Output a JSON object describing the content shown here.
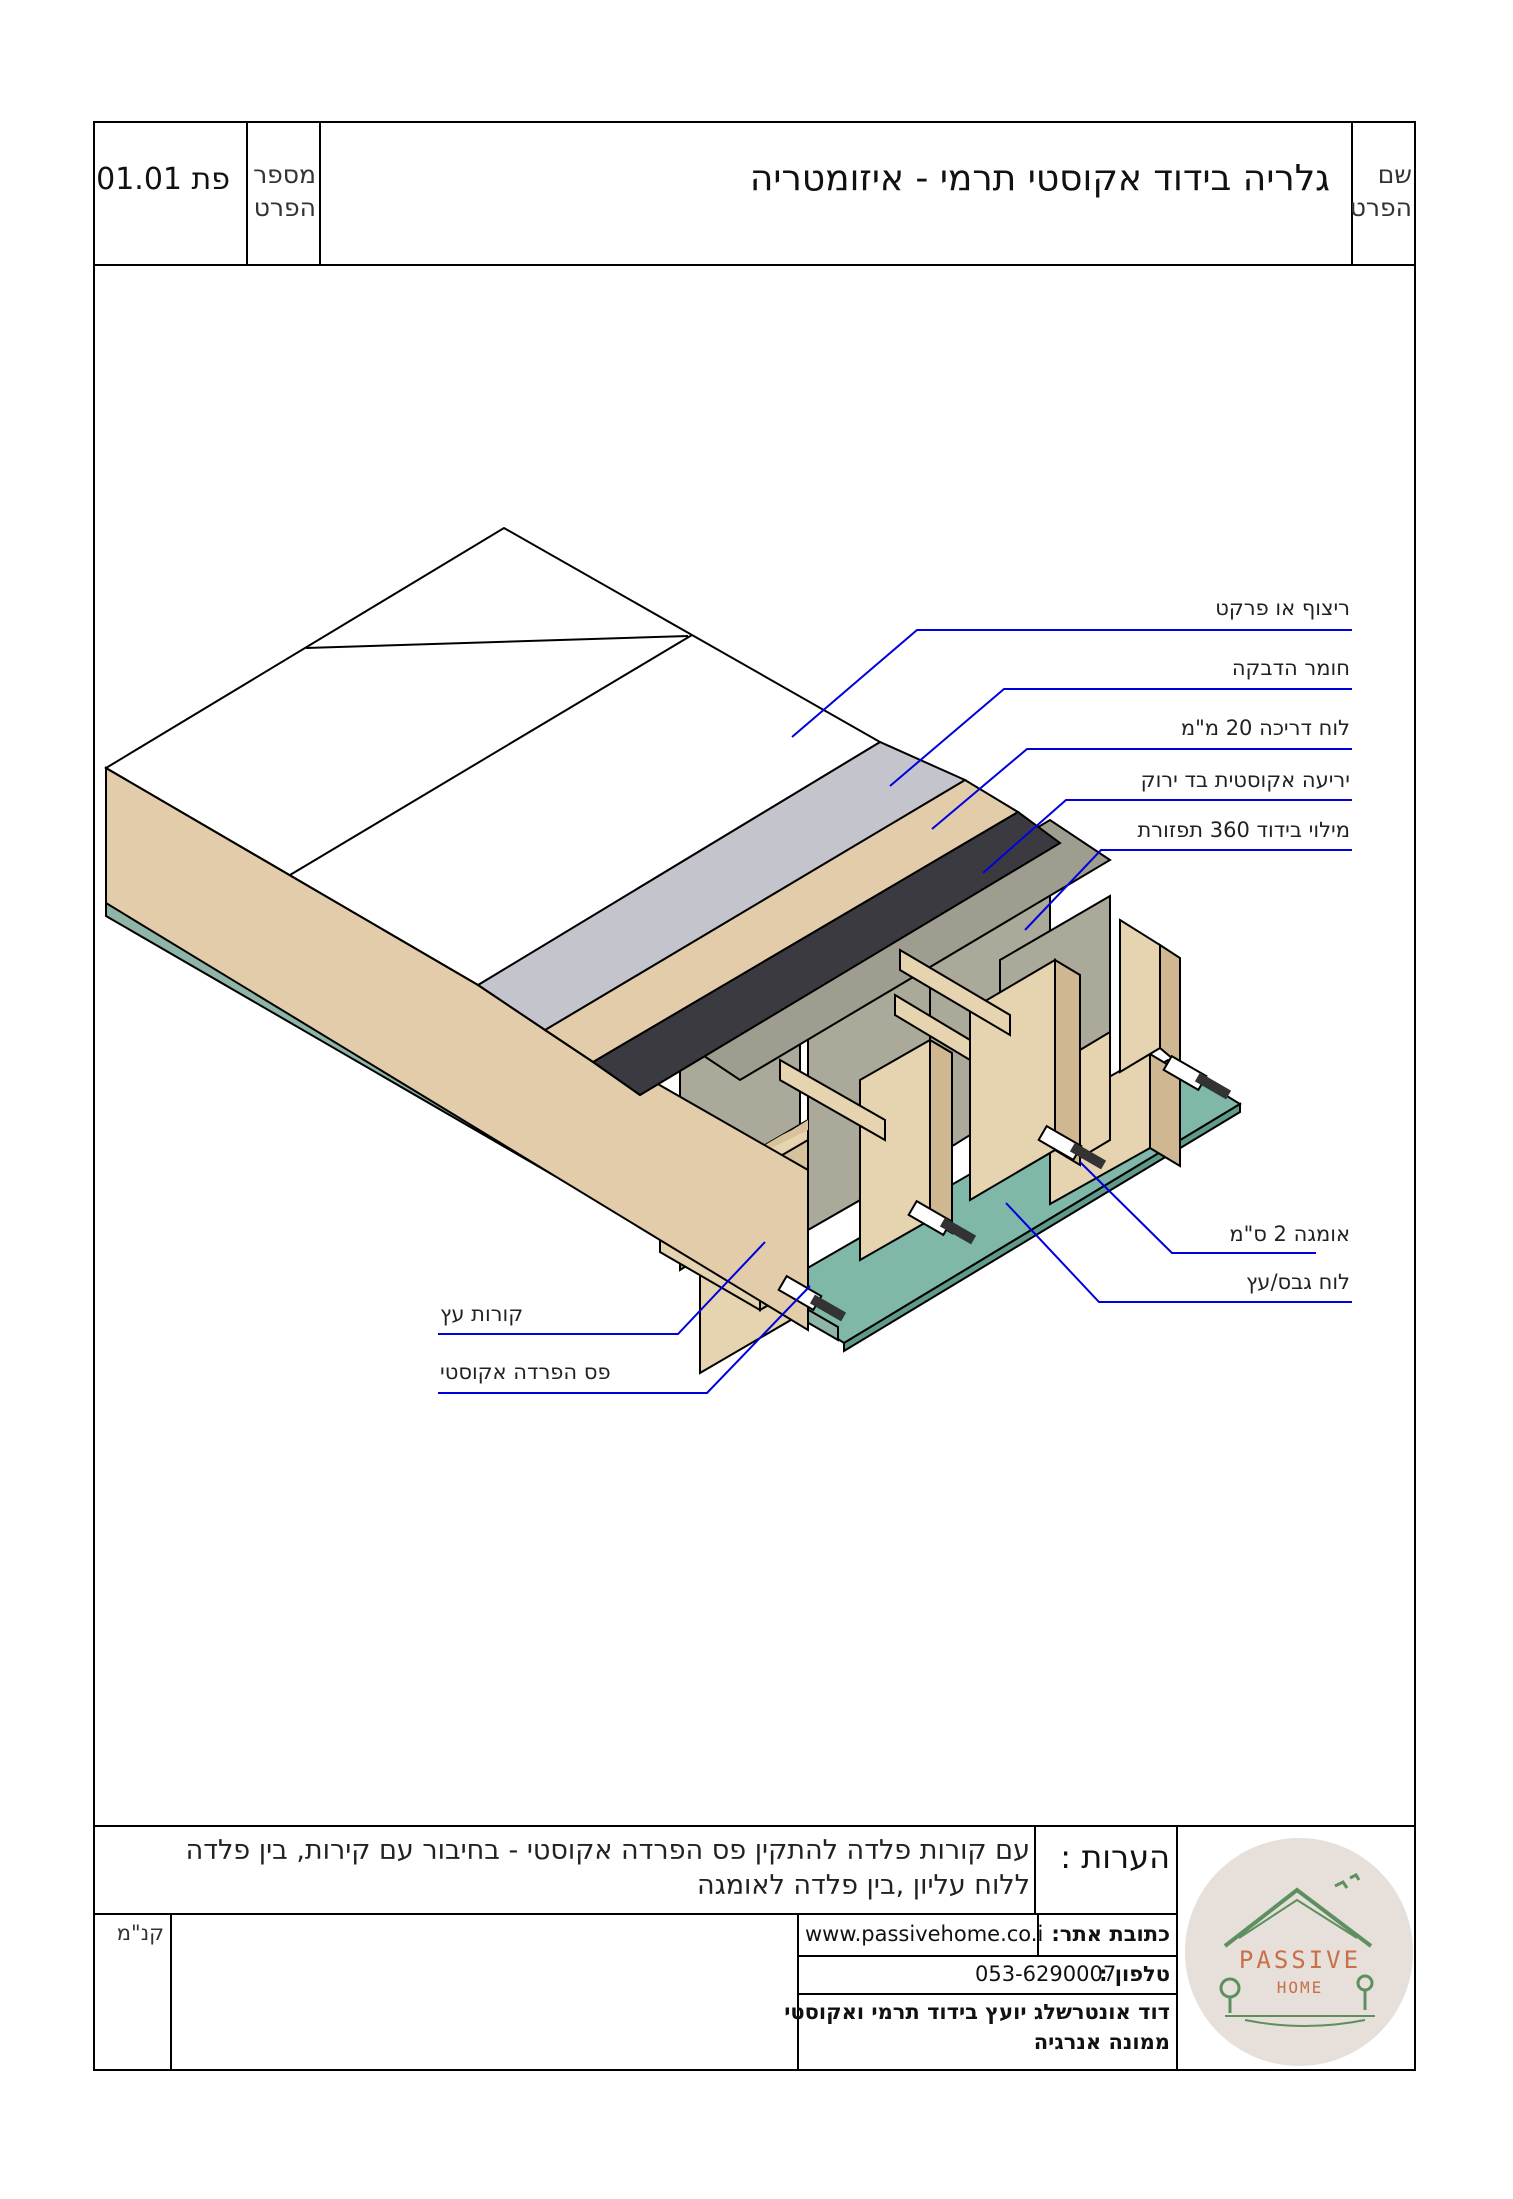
{
  "header": {
    "name_label": "שם הפרט",
    "title": "גלריה בידוד אקוסטי תרמי - איזומטריה",
    "number_label": "מספר הפרט",
    "detail_no": "פת 01.01"
  },
  "callouts": {
    "flooring": "ריצוף או פרקט",
    "adhesive": "חומר הדבקה",
    "board": "לוח דריכה 20 מ\"מ",
    "membrane": "יריעה אקוסטית בד ירוק",
    "insulation": "מילוי בידוד 360 תפזורת",
    "channel": "אומגה 2 ס\"מ",
    "ceiling": "לוח גבס/עץ",
    "joist": "קורות עץ",
    "strip": "פס הפרדה אקוסטי"
  },
  "notes": {
    "label": "הערות :",
    "text": "עם קורות פלדה להתקין פס הפרדה אקוסטי - בחיבור עם קירות, בין פלדה ללוח עליון ,בין פלדה לאומגה"
  },
  "footer": {
    "scale_label": "קנ\"מ",
    "website_label": "כתובת אתר:",
    "website": "www.passivehome.co.i",
    "phone_label": "טלפון :",
    "phone": "053-6290007",
    "company_line1": "דוד אונטרשלג יועץ בידוד תרמי ואקוסטי",
    "company_line2": "ממונה אנרגיה"
  },
  "logo": {
    "line1": "PASSIVE",
    "line2": "HOME"
  },
  "colors": {
    "tile": "#ffffff",
    "adhesive": "#c4c5cc",
    "board": "#e2ccaa",
    "membrane": "#3a3a40",
    "insulation": "#aaa99a",
    "joist": "#e9d9bc",
    "ceiling": "#7fb8a8",
    "leader": "#0000dd"
  }
}
